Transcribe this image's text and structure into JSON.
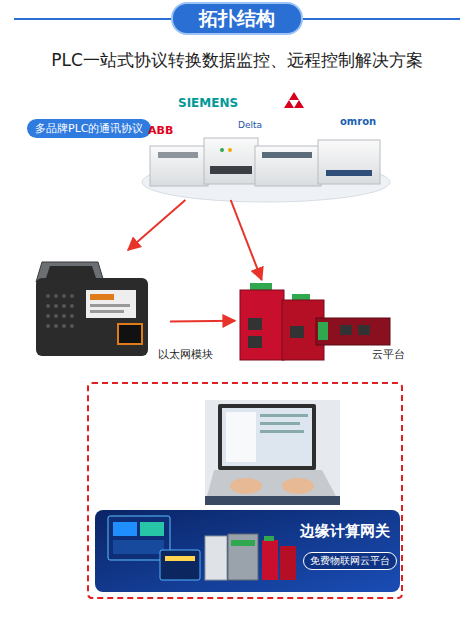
{
  "diagram": {
    "title": "PLC一站式协议转换数据监控、远程控制解决方案",
    "nodes": [
      {
        "text": [
          "拓扑结构"
        ]
      },
      {
        "text": [
          "多品牌PLC的通讯协议"
        ]
      },
      {
        "text": [
          "以太网模块"
        ]
      },
      {
        "text": [
          "云平台"
        ]
      },
      {
        "text": [
          "边缘计算网关"
        ]
      },
      {
        "text": [
          "免费物联网云平台"
        ],
        "in": 4
      }
    ],
    "edges": [
      {
        "from": 1,
        "to": 2,
        "arrow": "to"
      },
      {
        "from": 1,
        "to": 3,
        "arrow": "to"
      },
      {
        "from": 2,
        "to": 3,
        "arrow": "to"
      }
    ],
    "labels": [
      "SIEMENS",
      "ABB",
      "Delta",
      "omron"
    ]
  }
}
